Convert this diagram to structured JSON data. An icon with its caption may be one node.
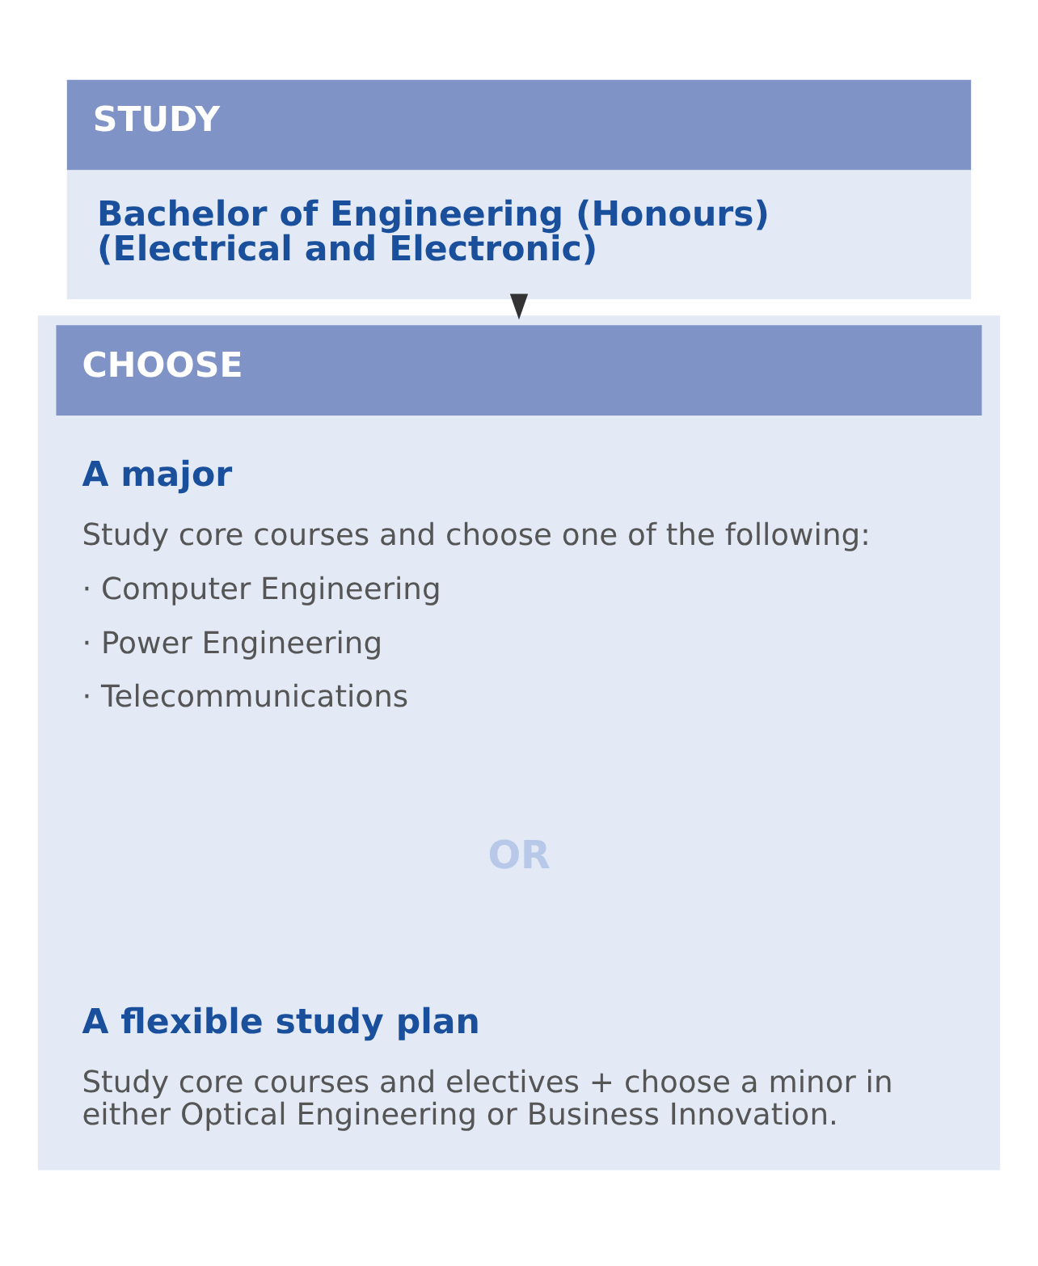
{
  "diagram": {
    "nodes": [
      {
        "text": [
          "STUDY",
          "Bachelor of Engineering (Honours) (Electrical and Electronic)"
        ]
      },
      {
        "text": [
          "CHOOSE"
        ]
      },
      {
        "text": [
          "A major",
          "Study core courses and choose one of the following:",
          "· Computer Engineering",
          "· Power Engineering",
          "· Telecommunications"
        ],
        "in": 1
      },
      {
        "text": [
          "A flexible study plan",
          "Study core courses and electives + choose a minor in either Optical Engineering or Business Innovation."
        ],
        "in": 1
      }
    ],
    "edges": [
      {
        "from": 0,
        "to": 1,
        "arrow": "to"
      }
    ],
    "labels": [
      "OR"
    ]
  }
}
